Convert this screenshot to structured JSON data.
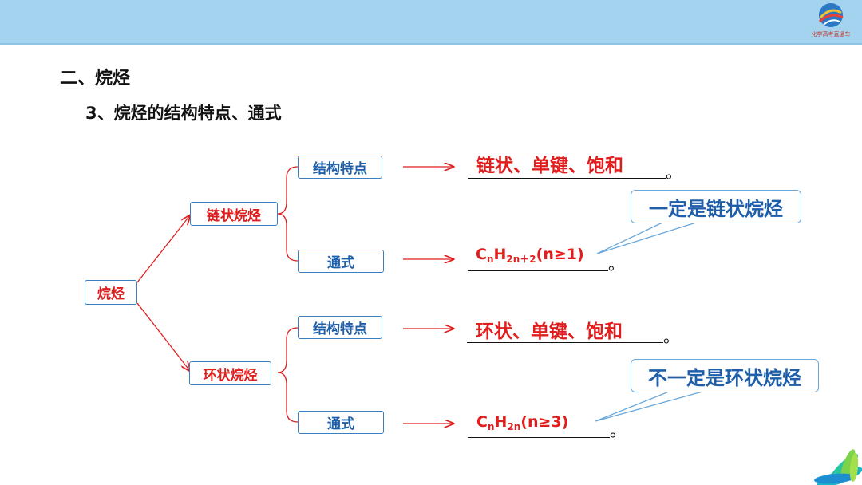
{
  "header": {
    "logo_text": "化学高考直通车"
  },
  "section_title": "二、烷烃",
  "subsection_title": "3、烷烃的结构特点、通式",
  "tree": {
    "root": "烷烃",
    "chain": {
      "label": "链状烷烃",
      "feature_label": "结构特点",
      "feature_answer": "链状、单键、饱和",
      "formula_label": "通式",
      "formula": {
        "c": "C",
        "c_sub": "n",
        "h": "H",
        "h_sub": "2n＋2",
        "cond": "(n≥1)"
      },
      "callout": "一定是链状烷烃"
    },
    "ring": {
      "label": "环状烷烃",
      "feature_label": "结构特点",
      "feature_answer": "环状、单键、饱和",
      "formula_label": "通式",
      "formula": {
        "c": "C",
        "c_sub": "n",
        "h": "H",
        "h_sub": "2n",
        "cond": "(n≥3)"
      },
      "callout": "不一定是环状烷烃"
    },
    "end_mark": "。"
  },
  "colors": {
    "red": "#e01e1e",
    "blue": "#1f5ea8",
    "topbar": "#a3d3ee",
    "box_border": "#3a7fc1"
  }
}
